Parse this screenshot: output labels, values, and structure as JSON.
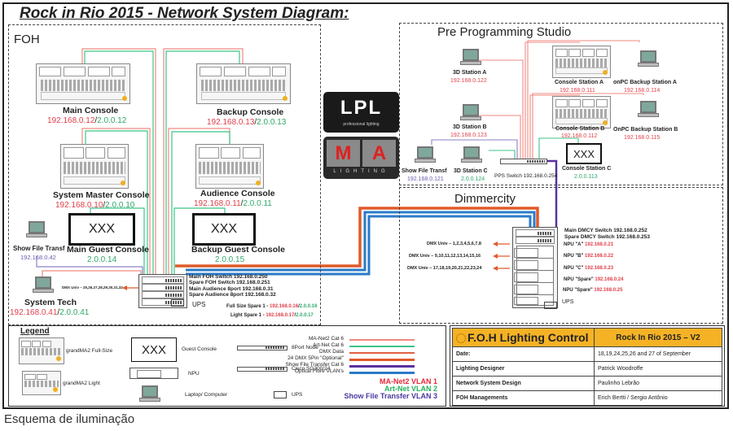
{
  "title": "Rock in Rio 2015 - Network System Diagram:",
  "zones": {
    "foh": "FOH",
    "pre_programming": "Pre Programming Studio",
    "dimmercity": "Dimmercity"
  },
  "logos": {
    "lpl_text": "LPL",
    "lpl_sub": "professional lighting",
    "ma_m": "M",
    "ma_a": "A",
    "ma_sub": "LIGHTING"
  },
  "foh": {
    "main_console": {
      "name": "Main Console",
      "ip1": "192.168.0.12",
      "ip2": "2.0.0.12"
    },
    "backup_console": {
      "name": "Backup Console",
      "ip1": "192.168.0.13",
      "ip2": "2.0.0.13"
    },
    "system_master": {
      "name": "System Master Console",
      "ip1": "192.168.0.10",
      "ip2": "2.0.0.10"
    },
    "audience_console": {
      "name": "Audience Console",
      "ip1": "192.168.0.11",
      "ip2": "2.0.0.11"
    },
    "main_guest": {
      "box": "XXX",
      "name": "Main Guest Console",
      "ip2": "2.0.0.14"
    },
    "backup_guest": {
      "box": "XXX",
      "name": "Backup Guest Console",
      "ip2": "2.0.0.15"
    },
    "show_file": {
      "name": "Show File Transf",
      "ip": "192.168.0.42"
    },
    "system_tech": {
      "name": "System Tech",
      "ip1": "192.168.0.41",
      "ip2": "2.0.0.41"
    },
    "dmx_out": "DMX Univ – 25,26,27,28,29,30,31,32",
    "rack_labels": [
      "Main FOH Switch 192.168.0.250",
      "Spare FOH Switch 192.168.0.251",
      "Main Audience 8port 192.168.0.31",
      "Spare Audience 8port 192.168.0.32"
    ],
    "ups": "UPS",
    "full_size_spare": {
      "label": "Full Size Spare 1 - ",
      "ip1": "192.168.0.16",
      "ip2": "2.0.0.16"
    },
    "light_spare": {
      "label": "Light Spare 1 - ",
      "ip1": "192.168.0.17",
      "ip2": "2.0.0.17"
    }
  },
  "pps": {
    "station_3d_a": {
      "name": "3D  Station A",
      "ip": "192.168.0.122"
    },
    "station_3d_b": {
      "name": "3D  Station B",
      "ip": "192.168.0.123"
    },
    "station_3d_c": {
      "name": "3D  Station C",
      "ip": "2.0.0.124"
    },
    "show_file": {
      "name": "Show File Transf",
      "ip": "192.168.0.121"
    },
    "console_a": {
      "name": "Console  Station A",
      "ip": "192.168.0.111"
    },
    "console_b": {
      "name": "Console  Station B",
      "ip": "192.168.0.112"
    },
    "console_c": {
      "box": "XXX",
      "name": "Console  Station C",
      "ip": "2.0.0.113"
    },
    "onpc_a": {
      "name": "onPC Backup Station A",
      "ip": "192.168.0.114"
    },
    "onpc_b": {
      "name": "OnPC Backup Station B",
      "ip": "192.168.0.115"
    },
    "switch": "PPS Switch 192.168.0.254"
  },
  "dimmercity": {
    "switch_labels": [
      "Main DMCY Switch 192.168.0.252",
      "Spare DMCY Switch 192.168.0.253"
    ],
    "dmx_outputs": [
      "DMX Univ – 1,2,3,4,5,6,7,8",
      "DMX Univ – 9,10,11,12,13,14,15,16",
      "DMX Univ – 17,18,19,20,21,22,23,24"
    ],
    "npus": [
      {
        "name": "NPU \"A\" ",
        "ip": "192.168.0.21"
      },
      {
        "name": "NPU \"B\" ",
        "ip": "192.168.0.22"
      },
      {
        "name": "NPU \"C\" ",
        "ip": "192.168.0.23"
      },
      {
        "name": "NPU \"Spare\" ",
        "ip": "192.168.0.24"
      },
      {
        "name": "NPU \"Spare\" ",
        "ip": "192.168.0.25"
      }
    ],
    "ups": "UPS"
  },
  "legend": {
    "title": "Legend",
    "items": {
      "full_size": "grandMA2 Full-Size",
      "light": "grandMA2 Light",
      "guest_box": "XXX",
      "guest": "Guest Console",
      "npu": "NPU",
      "laptop": "Laptop/ Computer",
      "node": "8Port Node",
      "cisco": "Cisco SG300/24",
      "ups": "UPS"
    },
    "lines": [
      {
        "label": "MA-Net2 Cat 6",
        "color": "#f08a80"
      },
      {
        "label": "Art-Net Cat 6",
        "color": "#3cc488"
      },
      {
        "label": "DMX Data",
        "color": "#e06040"
      },
      {
        "label": "24 DMX 5Pin \"Optional\"",
        "color": "#e05a2a"
      },
      {
        "label": "Show File Transfer Cat 6",
        "color": "#5a30a0"
      },
      {
        "label": "Optical Fibre VLAN's",
        "color": "#2a7ac8"
      }
    ],
    "vlans": [
      {
        "label": "MA-Net2 VLAN 1",
        "color": "#e8283a"
      },
      {
        "label": "Art-Net VLAN 2",
        "color": "#22b45a"
      },
      {
        "label": "Show File Transfer VLAN 3",
        "color": "#4a3aa0"
      }
    ]
  },
  "title_block": {
    "header_left": "F.O.H Lighting Control",
    "header_right": "Rock In Rio 2015 – V2",
    "rows": [
      {
        "label": "Date:",
        "value": "18,19,24,25,26 and 27 of September"
      },
      {
        "label": "Lighting Designer",
        "value": "Patrick Woodroffe"
      },
      {
        "label": "Network System Design",
        "value": "Paulinho Lebrão"
      },
      {
        "label": "FOH Managements",
        "value": "Erich Bertti / Sergio Antônio"
      }
    ]
  },
  "caption": "Esquema de iluminação",
  "colors": {
    "manet": "#f08a80",
    "artnet": "#3cc488",
    "dmx": "#e05a2a",
    "showfile": "#5a30a0",
    "fibre": "#2a7ac8",
    "ip_red": "#e0404a",
    "ip_green": "#2fa86a",
    "title_block_header": "#f5b225"
  }
}
